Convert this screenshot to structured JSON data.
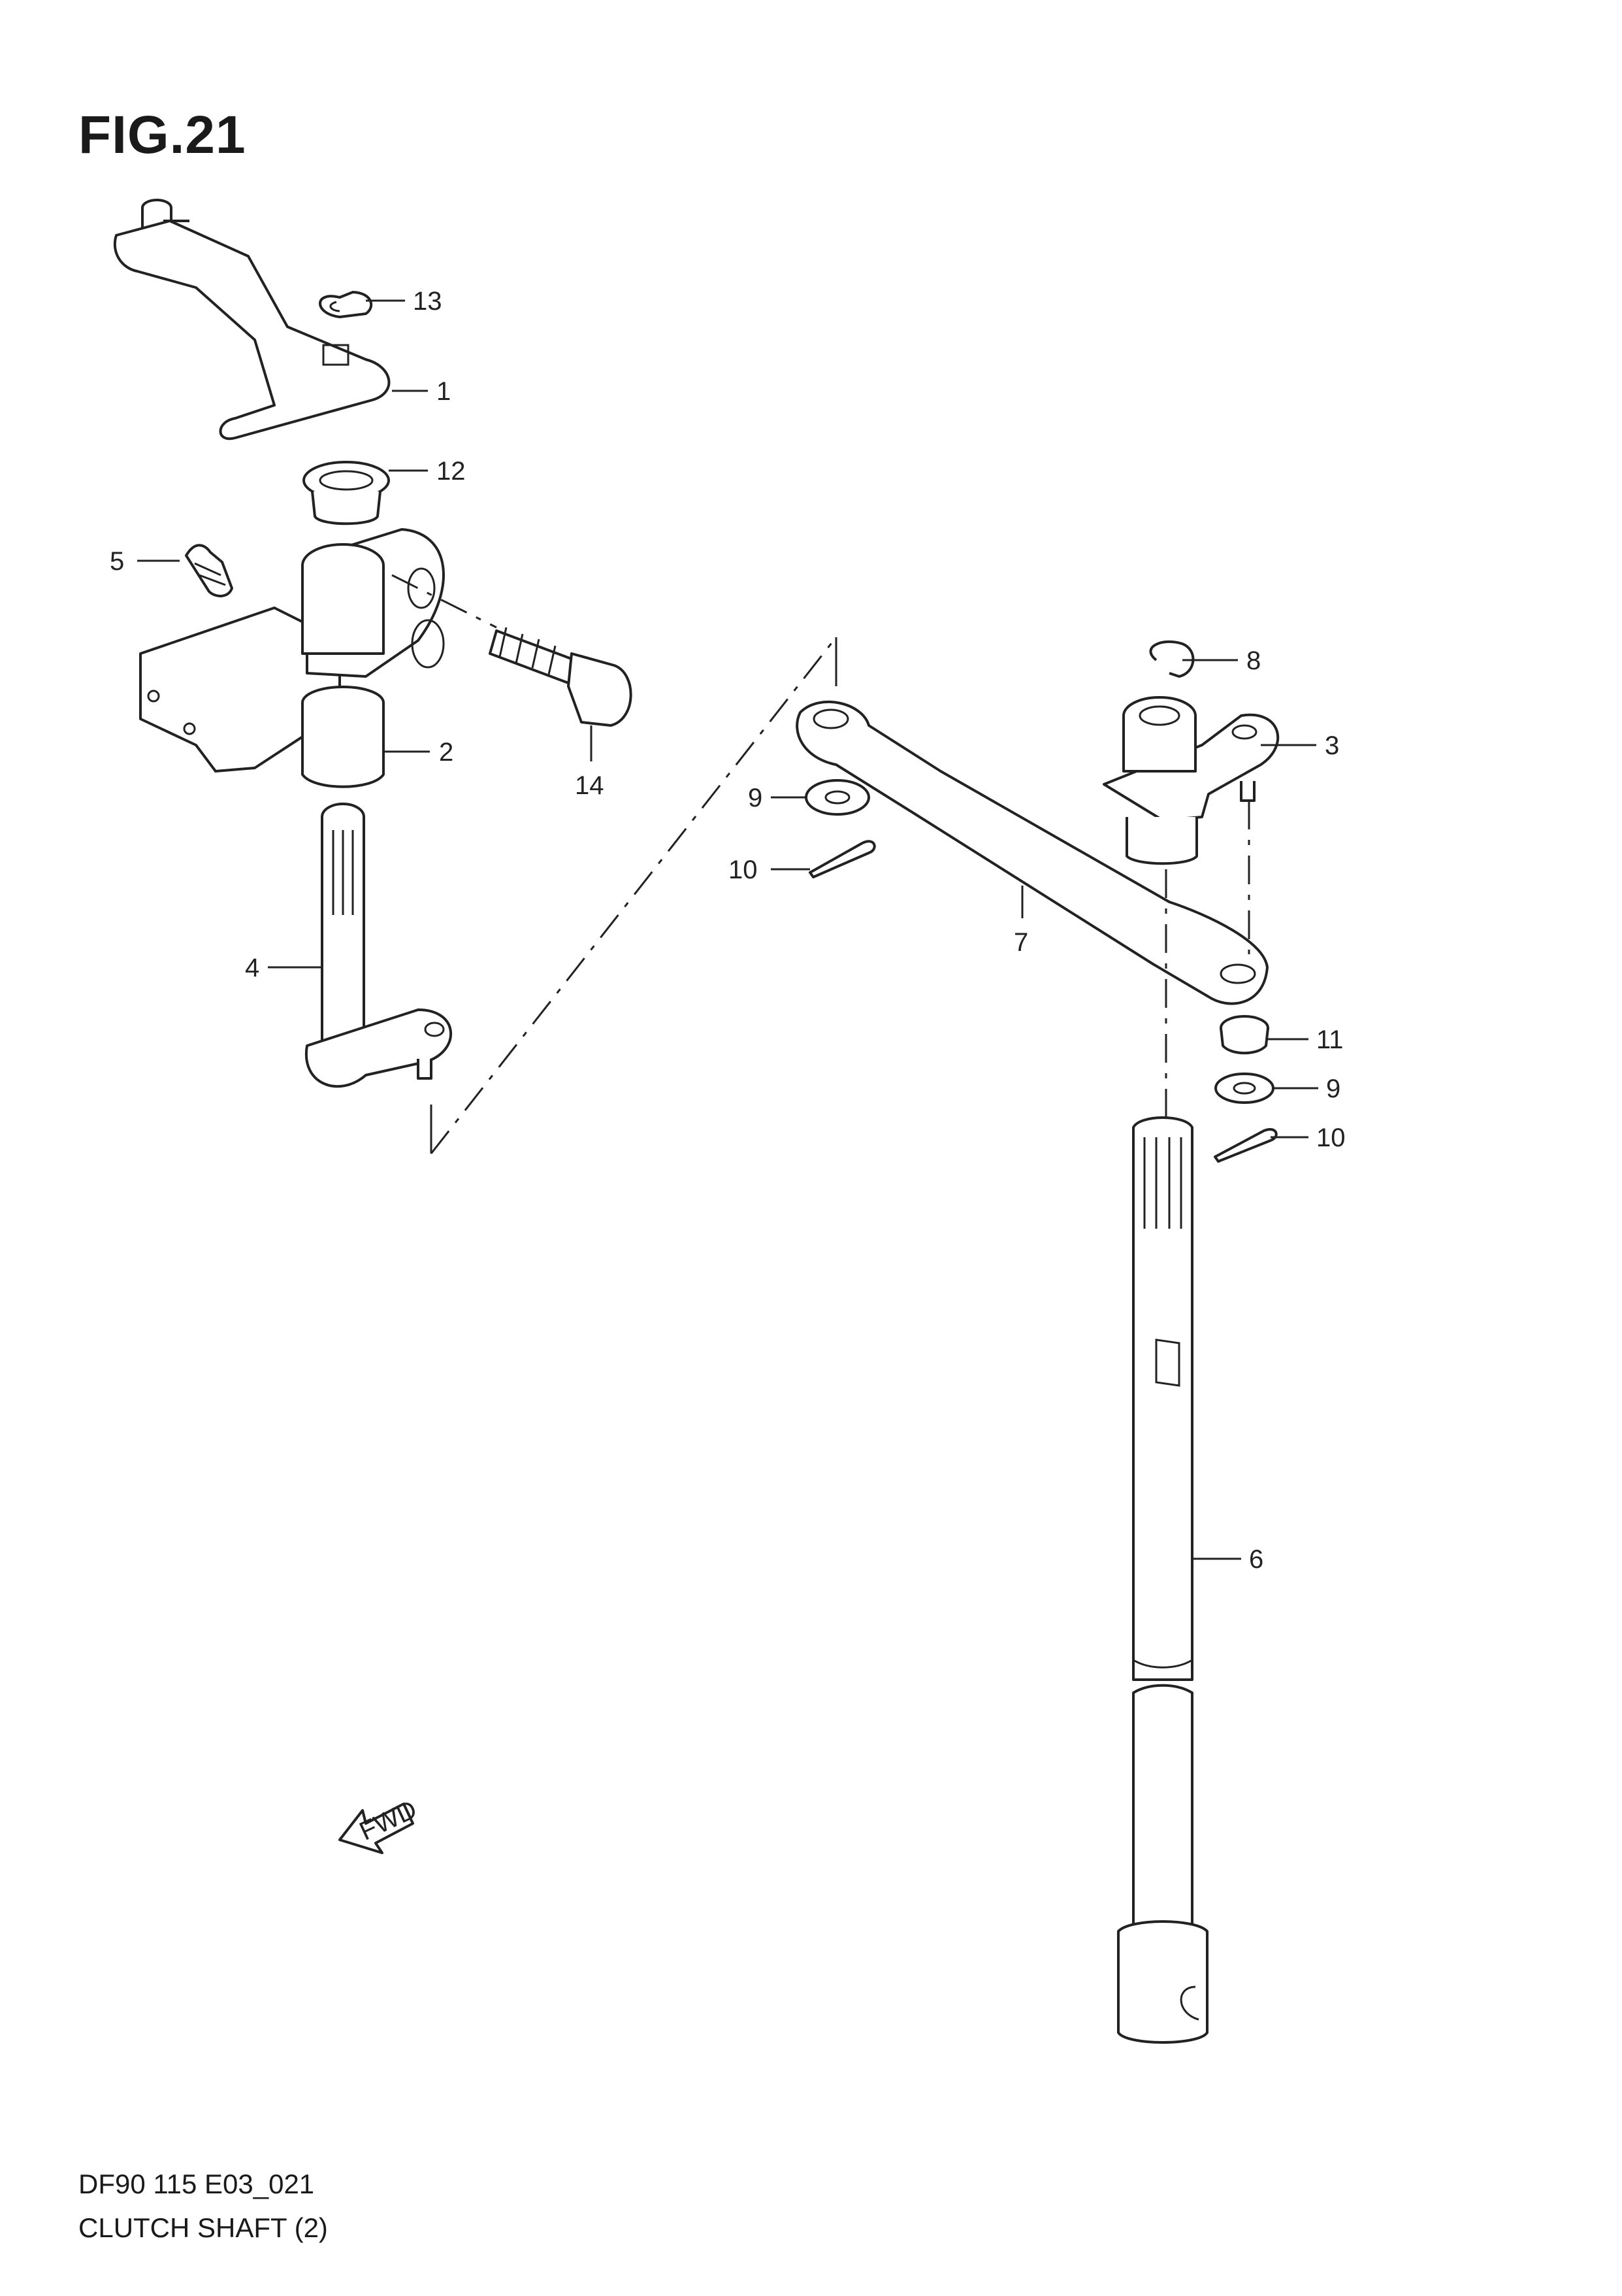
{
  "figure": {
    "title": "FIG.21"
  },
  "footer": {
    "code": "DF90 115 E03_021",
    "name": "CLUTCH SHAFT (2)"
  },
  "fwd_badge": {
    "label": "FWD"
  },
  "callouts": [
    {
      "id": "c13",
      "label": "13"
    },
    {
      "id": "c1",
      "label": "1"
    },
    {
      "id": "c12",
      "label": "12"
    },
    {
      "id": "c5",
      "label": "5"
    },
    {
      "id": "c2",
      "label": "2"
    },
    {
      "id": "c14",
      "label": "14"
    },
    {
      "id": "c4",
      "label": "4"
    },
    {
      "id": "c8",
      "label": "8"
    },
    {
      "id": "c3",
      "label": "3"
    },
    {
      "id": "c9a",
      "label": "9"
    },
    {
      "id": "c10a",
      "label": "10"
    },
    {
      "id": "c7",
      "label": "7"
    },
    {
      "id": "c11",
      "label": "11"
    },
    {
      "id": "c9b",
      "label": "9"
    },
    {
      "id": "c10b",
      "label": "10"
    },
    {
      "id": "c6",
      "label": "6"
    }
  ]
}
